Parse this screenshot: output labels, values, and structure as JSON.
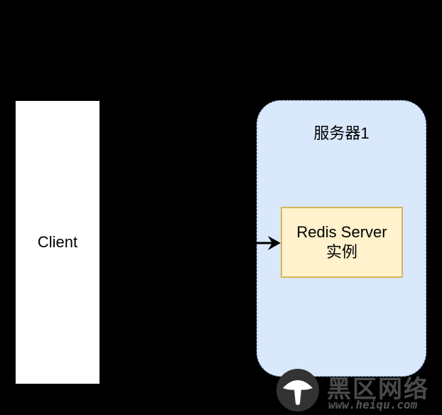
{
  "client": {
    "label": "Client"
  },
  "server": {
    "title": "服务器1",
    "instance": {
      "line1": "Redis Server",
      "line2": "实例"
    }
  },
  "connector": {
    "type": "arrow-right-icon"
  },
  "watermark": {
    "logo": "mushroom-logo-icon",
    "title": "黑区网络",
    "url": "www.heiqu.com"
  },
  "colors": {
    "background": "#000000",
    "client_fill": "#ffffff",
    "server_fill": "#dae8fc",
    "server_stroke": "#6c8ebf",
    "instance_fill": "#fff2cc",
    "instance_stroke": "#d6b656"
  }
}
